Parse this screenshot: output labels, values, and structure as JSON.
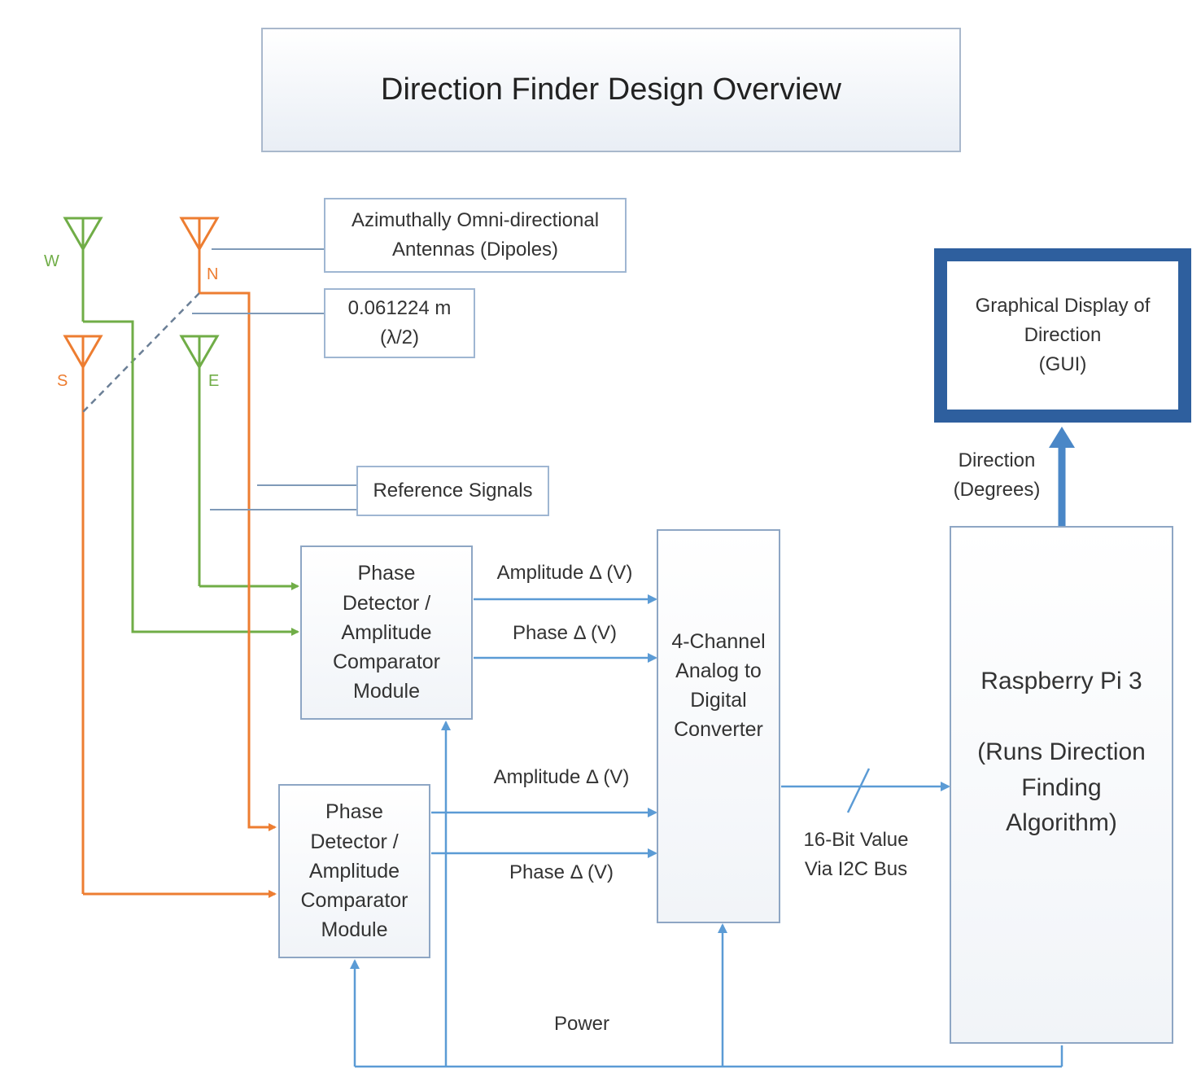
{
  "title": "Direction Finder Design Overview",
  "notes": {
    "antennas": "Azimuthally Omni-directional\nAntennas (Dipoles)",
    "spacing": "0.061224 m\n(λ/2)",
    "reference": "Reference Signals"
  },
  "antenna_labels": {
    "w": "W",
    "n": "N",
    "s": "S",
    "e": "E"
  },
  "modules": {
    "top": "Phase\nDetector /\nAmplitude\nComparator\nModule",
    "bottom": "Phase\nDetector /\nAmplitude\nComparator\nModule"
  },
  "signals": {
    "amp_top": "Amplitude Δ (V)",
    "phase_top": "Phase Δ (V)",
    "amp_bottom": "Amplitude Δ (V)",
    "phase_bottom": "Phase Δ (V)"
  },
  "adc": "4-Channel\nAnalog to\nDigital\nConverter",
  "bus": "16-Bit Value\nVia I2C Bus",
  "rpi": "Raspberry Pi 3\n\n(Runs Direction\nFinding\nAlgorithm)",
  "gui": "Graphical Display of\nDirection\n(GUI)",
  "direction": "Direction\n(Degrees)",
  "power": "Power",
  "colors": {
    "green": "#70ad47",
    "orange": "#ed7d31",
    "blue": "#5b9bd5",
    "dark_blue": "#2e5f9e",
    "gray": "#7f8c9a"
  }
}
